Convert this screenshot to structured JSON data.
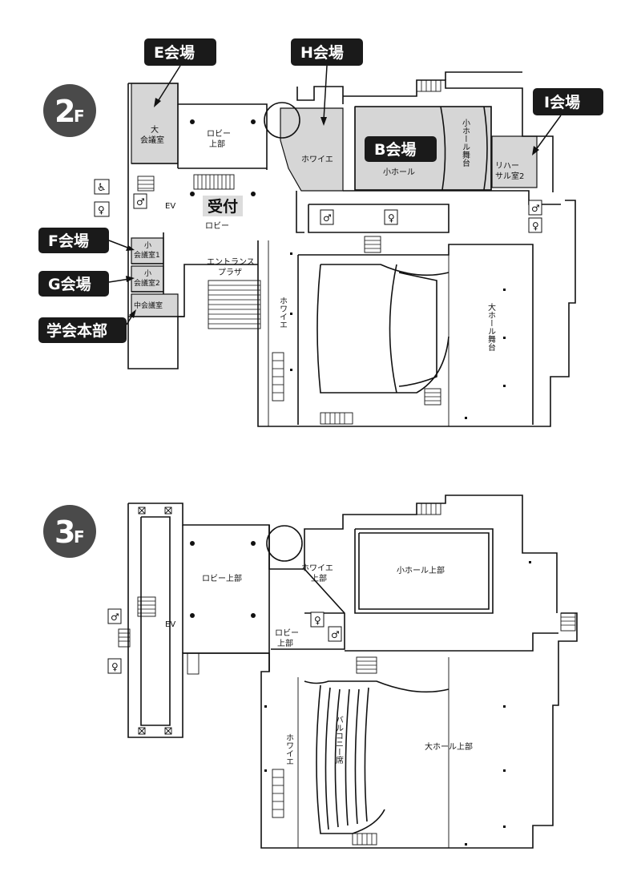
{
  "floors": {
    "f2": {
      "badge_main": "2",
      "badge_sub": "F",
      "rooms": {
        "dai_kaigishitsu": "大\n会議室",
        "lobby_upper": "ロビー\n上部",
        "foyer": "ホワイエ",
        "small_hall": "小ホール",
        "small_hall_stage": "小ホール舞台",
        "rehearsal2": "リハー\nサル室2",
        "lobby": "ロビー",
        "ev": "EV",
        "sho_kaigishitsu1": "小\n会議室1",
        "sho_kaigishitsu2": "小\n会議室2",
        "chu_kaigishitsu": "中会議室",
        "entrance_plaza": "エントランス\nプラザ",
        "foyer_vertical": "ホワイエ",
        "large_hall_stage": "大ホール舞台"
      },
      "reception": "受付",
      "callouts": {
        "e": "E会場",
        "h": "H会場",
        "b": "B会場",
        "i": "I会場",
        "f": "F会場",
        "g": "G会場",
        "hq": "学会本部"
      }
    },
    "f3": {
      "badge_main": "3",
      "badge_sub": "F",
      "rooms": {
        "lobby_upper_big": "ロビー上部",
        "foyer_upper": "ホワイエ\n上部",
        "small_hall_upper": "小ホール上部",
        "ev": "EV",
        "lobby_upper_small": "ロビー\n上部",
        "foyer_vertical": "ホワイエ",
        "balcony": "バルコニー席",
        "large_hall_upper": "大ホール上部"
      }
    }
  },
  "colors": {
    "highlight": "#d6d6d6",
    "callout": "#1a1a1a",
    "badge": "#4a4a4a"
  }
}
